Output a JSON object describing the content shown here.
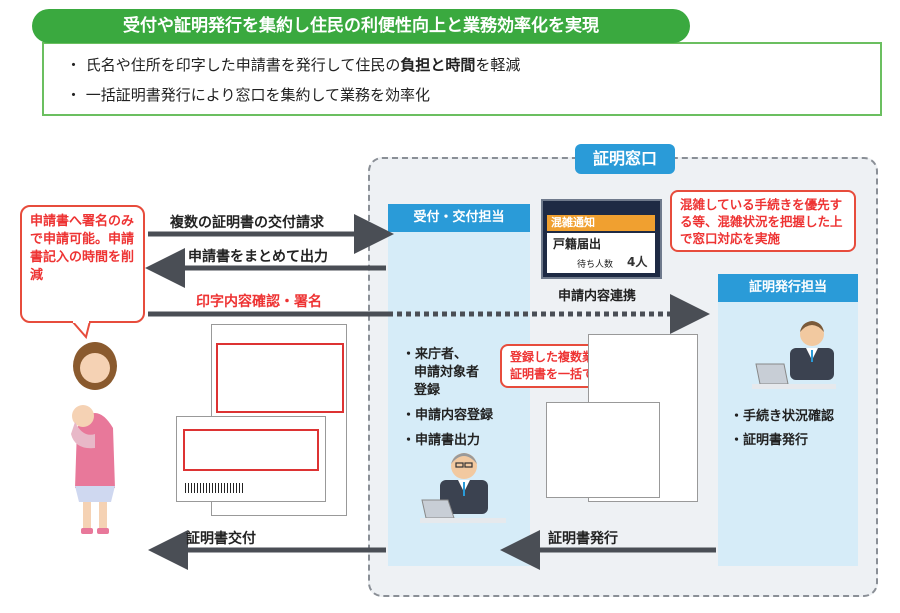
{
  "header": {
    "title": "受付や証明発行を集約し住民の利便性向上と業務効率化を実現",
    "bullet1_pre": "・ 氏名や住所を印字した申請書を発行して住民の",
    "bullet1_bold": "負担と時間",
    "bullet1_post": "を軽減",
    "bullet2": "・ 一括証明書発行により窓口を集約して業務を効率化"
  },
  "window": {
    "title": "証明窓口"
  },
  "bubble": {
    "text": "申請書へ署名のみで申請可能。申請書記入の時間を削減"
  },
  "arrows": {
    "request": "複数の証明書の交付請求",
    "output": "申請書をまとめて出力",
    "confirm": "印字内容確認・署名",
    "issue_cert": "証明書交付",
    "cert_issue": "証明書発行",
    "link": "申請内容連携"
  },
  "reception": {
    "title": "受付・交付担当",
    "steps": [
      "・来庁者、",
      "申請対象者",
      "登録",
      "・申請内容登録",
      "・申請書出力"
    ]
  },
  "issuer": {
    "title": "証明発行担当",
    "steps": [
      "・手続き状況確認",
      "・証明書発行"
    ]
  },
  "notes": {
    "congestion": "混雑している手続きを優先する等、混雑状況を把握した上で窓口対応を実施",
    "batch": "登録した複数業務の証明書を一括で発行"
  },
  "monitor": {
    "status": "混雑通知",
    "service": "戸籍届出",
    "waiting_label": "待ち人数",
    "waiting_count": "4人"
  },
  "colors": {
    "green": "#3aa93f",
    "blue": "#2a9bd8",
    "red": "#e74c3c"
  }
}
